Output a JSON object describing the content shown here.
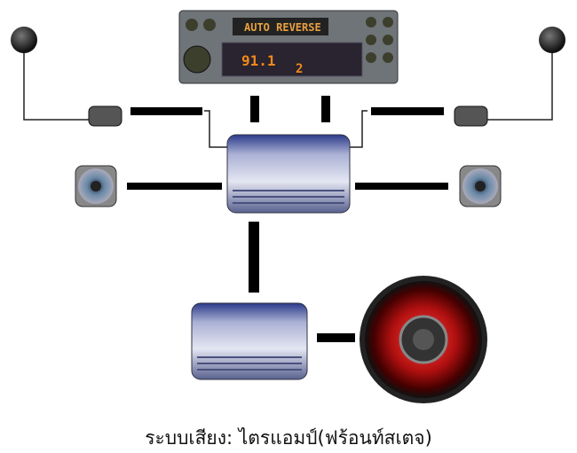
{
  "caption": "ระบบเสียง: ไตรแอมป์(ฟร้อนท์สเตจ)",
  "head_unit": {
    "label": "AUTO REVERSE",
    "frequency": "91.1",
    "preset": "2"
  },
  "colors": {
    "wire": "#000000",
    "amp": "#7d86b0",
    "subwoofer": "#c0141a",
    "lcd": "#f08a1a"
  }
}
